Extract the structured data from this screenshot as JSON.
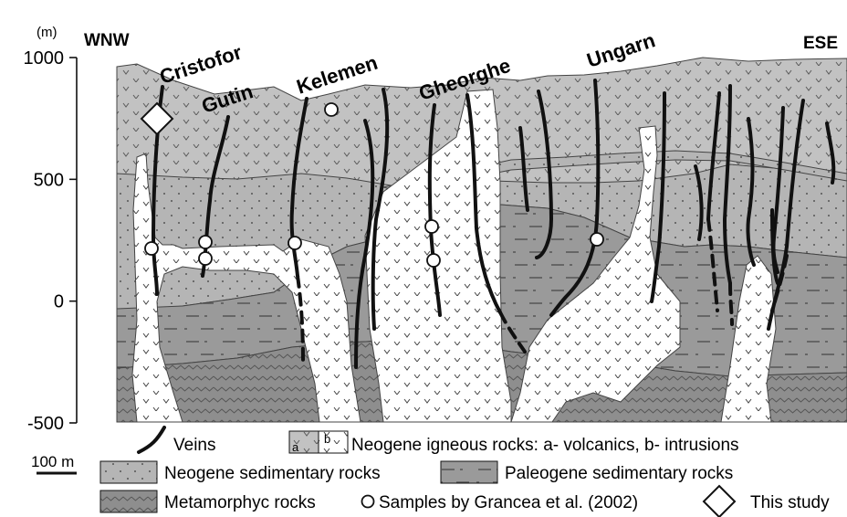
{
  "axis": {
    "unit": "(m)",
    "ticks": [
      {
        "value": 1000,
        "label": "1000"
      },
      {
        "value": 500,
        "label": "500"
      },
      {
        "value": 0,
        "label": "0"
      },
      {
        "value": -500,
        "label": "-500"
      }
    ]
  },
  "directions": {
    "west": "WNW",
    "east": "ESE"
  },
  "vein_names": [
    "Cristofor",
    "Gutin",
    "Kelemen",
    "Gheorghe",
    "Ungarn"
  ],
  "scale_bar": {
    "label": "100 m"
  },
  "legend": {
    "veins": "Veins",
    "igneous": "Neogene igneous rocks: a- volcanics, b- intrusions",
    "igneous_a": "a",
    "igneous_b": "b",
    "neogene_sed": "Neogene sedimentary rocks",
    "paleogene_sed": "Paleogene sedimentary rocks",
    "metamorphic": "Metamorphyc rocks",
    "samples": "Samples by Grancea et al. (2002)",
    "this_study": "This study"
  },
  "colors": {
    "volcanics": "#c2c2c2",
    "neogene_sed": "#b5b5b5",
    "paleogene_sed": "#9a9a9a",
    "metamorphic": "#8e8e8e",
    "intrusion": "#ffffff",
    "vein": "#111111"
  }
}
